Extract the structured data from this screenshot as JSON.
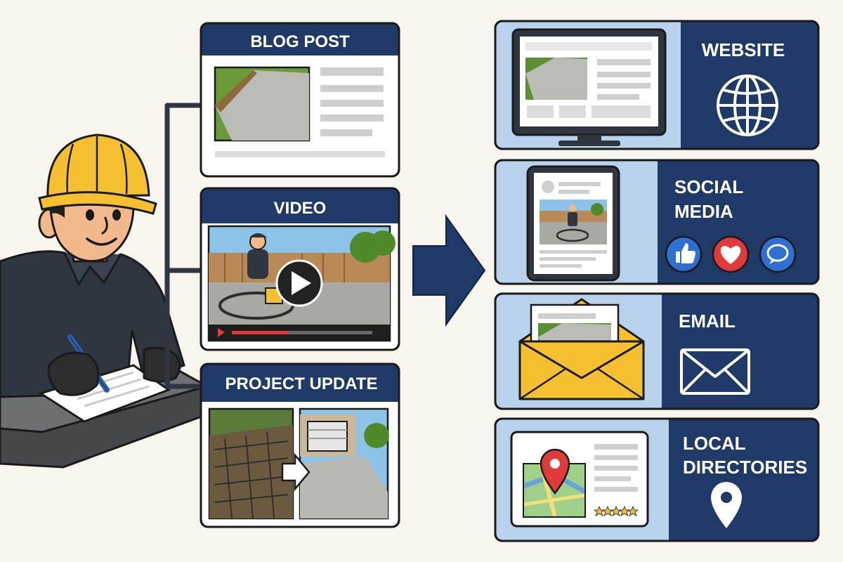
{
  "content_types": [
    {
      "id": "blog",
      "title": "BLOG POST"
    },
    {
      "id": "video",
      "title": "VIDEO"
    },
    {
      "id": "project",
      "title": "PROJECT UPDATE"
    }
  ],
  "channels": [
    {
      "id": "website",
      "lines": [
        "WEBSITE"
      ],
      "icon": "globe-icon"
    },
    {
      "id": "social",
      "lines": [
        "SOCIAL",
        "MEDIA"
      ],
      "icon": "social-icons",
      "reactions": [
        "thumbs-up-icon",
        "heart-icon",
        "chat-bubble-icon"
      ]
    },
    {
      "id": "email",
      "lines": [
        "EMAIL"
      ],
      "icon": "envelope-icon"
    },
    {
      "id": "local",
      "lines": [
        "LOCAL",
        "DIRECTORIES"
      ],
      "icon": "map-pin-icon"
    }
  ],
  "colors": {
    "navy": "#1f3a66",
    "light_blue": "#b8d1ec",
    "hard_hat": "#f5c030",
    "shirt": "#2f3640",
    "grass": "#4f8a2a",
    "concrete": "#b9b9b4",
    "red": "#e03a3a",
    "background": "#f8f5ef"
  }
}
